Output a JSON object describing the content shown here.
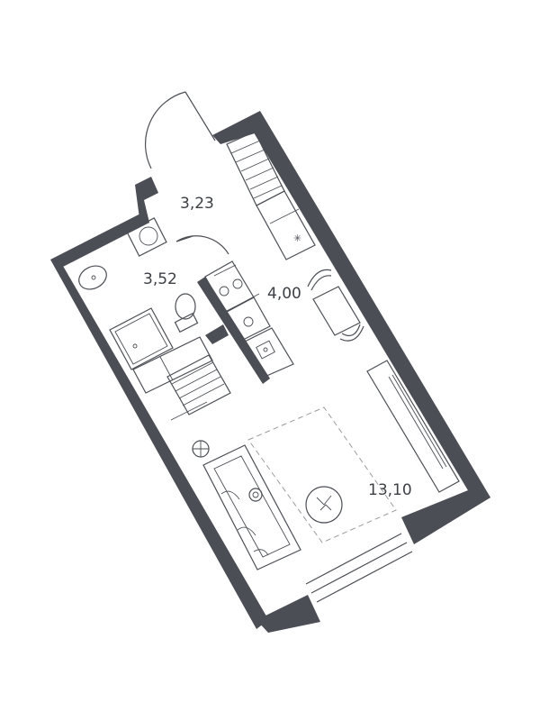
{
  "rooms": [
    {
      "id": "hallway",
      "area": "3,23"
    },
    {
      "id": "bathroom",
      "area": "3,52"
    },
    {
      "id": "kitchen",
      "area": "4,00"
    },
    {
      "id": "living",
      "area": "13,10"
    }
  ],
  "icons": [
    "door-swing-icon",
    "washing-machine-icon",
    "sink-icon",
    "toilet-icon",
    "shower-tray-icon",
    "wardrobe-icon",
    "cooktop-icon",
    "kitchen-sink-icon",
    "dining-table-icon",
    "chair-icon",
    "sofa-icon",
    "armchair-icon",
    "plant-icon",
    "window-icon",
    "radiator-icon",
    "ceiling-light-icon"
  ],
  "colors": {
    "wall": "#4b4e54",
    "line": "#4b4e54",
    "dashed": "#9a9ca0",
    "text": "#3c3f45"
  }
}
